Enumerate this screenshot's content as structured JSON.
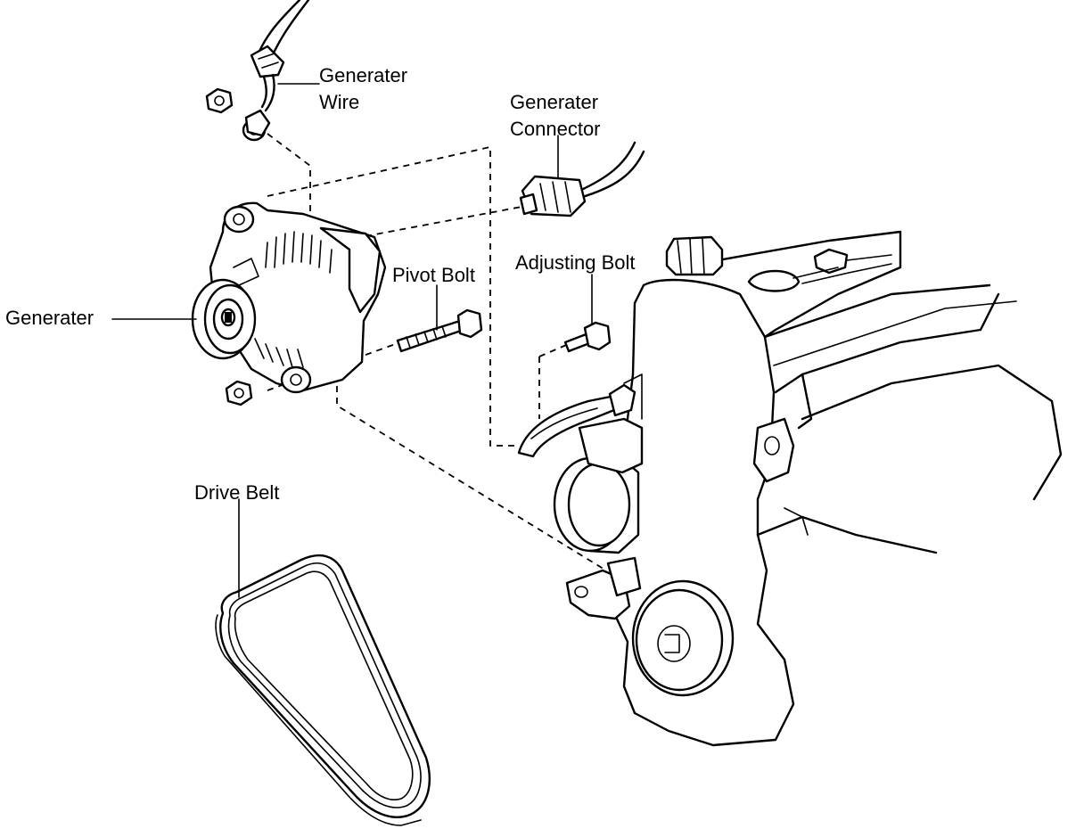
{
  "labels": {
    "generator_wire": [
      "Generater",
      "Wire"
    ],
    "generator_connector": [
      "Generater",
      "Connector"
    ],
    "pivot_bolt": "Pivot Bolt",
    "adjusting_bolt": "Adjusting Bolt",
    "generator": "Generater",
    "drive_belt": "Drive Belt"
  },
  "colors": {
    "ink": "#000000",
    "paper": "#ffffff"
  }
}
